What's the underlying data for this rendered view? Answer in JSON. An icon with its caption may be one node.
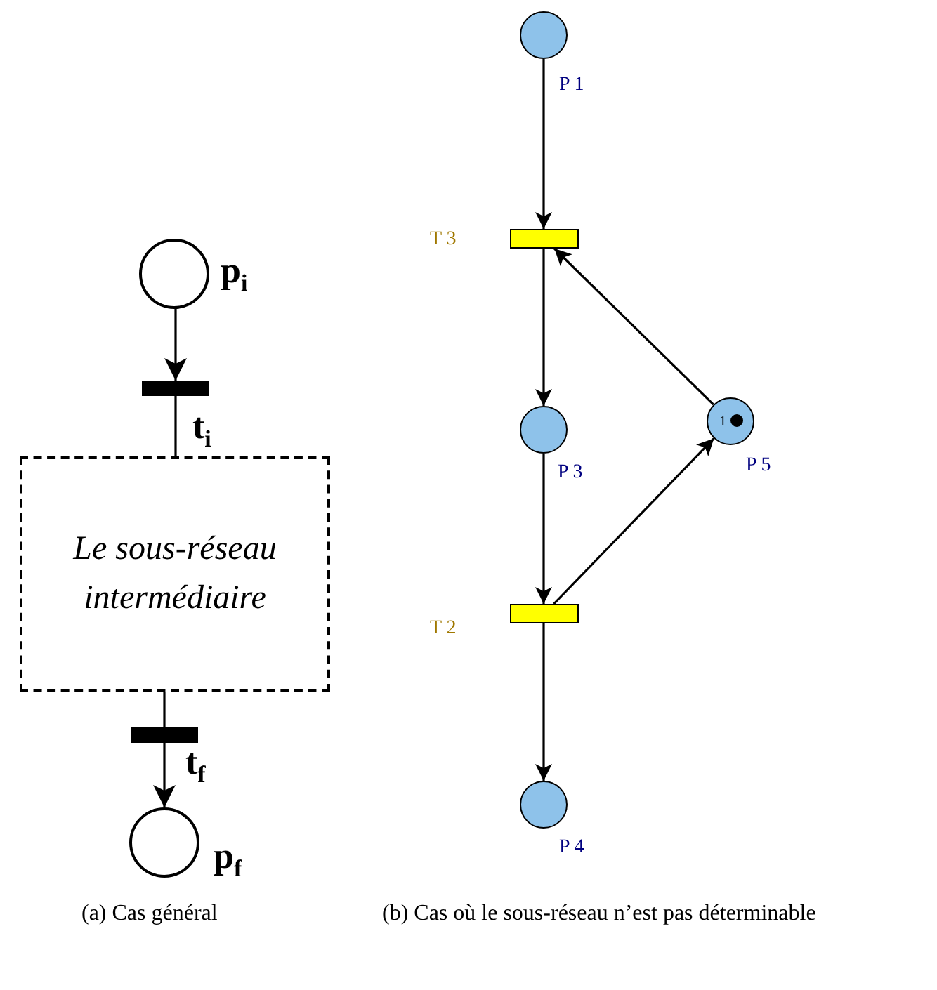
{
  "diagram": {
    "nodes": [
      {
        "text": [
          "p$_{i}$"
        ]
      },
      {
        "text": [
          "t$_{i}$"
        ]
      },
      {
        "text": [
          "Le sous-réseau intermédiaire"
        ]
      },
      {
        "text": [
          "t$_{f}$"
        ]
      },
      {
        "text": [
          "p$_{f}$"
        ]
      },
      {
        "text": [
          "P 1"
        ]
      },
      {
        "text": [
          "T 3"
        ]
      },
      {
        "text": [
          "P 3"
        ]
      },
      {
        "text": [
          "1",
          "P 5"
        ]
      },
      {
        "text": [
          "T 2"
        ]
      },
      {
        "text": [
          "P 4"
        ]
      }
    ],
    "edges": [
      {
        "from": 0,
        "to": 1,
        "arrow": "to"
      },
      {
        "from": 1,
        "to": 2,
        "arrow": "none"
      },
      {
        "from": 2,
        "to": 3,
        "arrow": "none"
      },
      {
        "from": 3,
        "to": 4,
        "arrow": "to"
      },
      {
        "from": 5,
        "to": 6,
        "arrow": "to"
      },
      {
        "from": 6,
        "to": 7,
        "arrow": "to"
      },
      {
        "from": 7,
        "to": 9,
        "arrow": "to"
      },
      {
        "from": 9,
        "to": 10,
        "arrow": "to"
      },
      {
        "from": 9,
        "to": 8,
        "arrow": "to"
      },
      {
        "from": 8,
        "to": 6,
        "arrow": "to"
      }
    ],
    "labels": [
      "(a) Cas général",
      "(b) Cas où le sous-réseau n’est pas déterminable"
    ]
  }
}
